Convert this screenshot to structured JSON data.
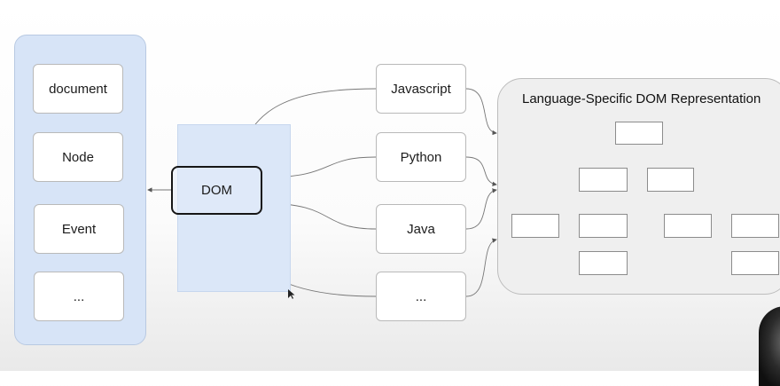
{
  "left_panel": {
    "items": [
      "document",
      "Node",
      "Event",
      "..."
    ]
  },
  "dom_label": "DOM",
  "languages": [
    "Javascript",
    "Python",
    "Java",
    "..."
  ],
  "right_panel": {
    "title": "Language-Specific DOM Representation"
  },
  "colors": {
    "left_panel_fill": "#d7e4f7",
    "dom_highlight_fill": "#dbe7f8",
    "right_panel_fill": "#efefef",
    "line": "#7a7a7a"
  }
}
